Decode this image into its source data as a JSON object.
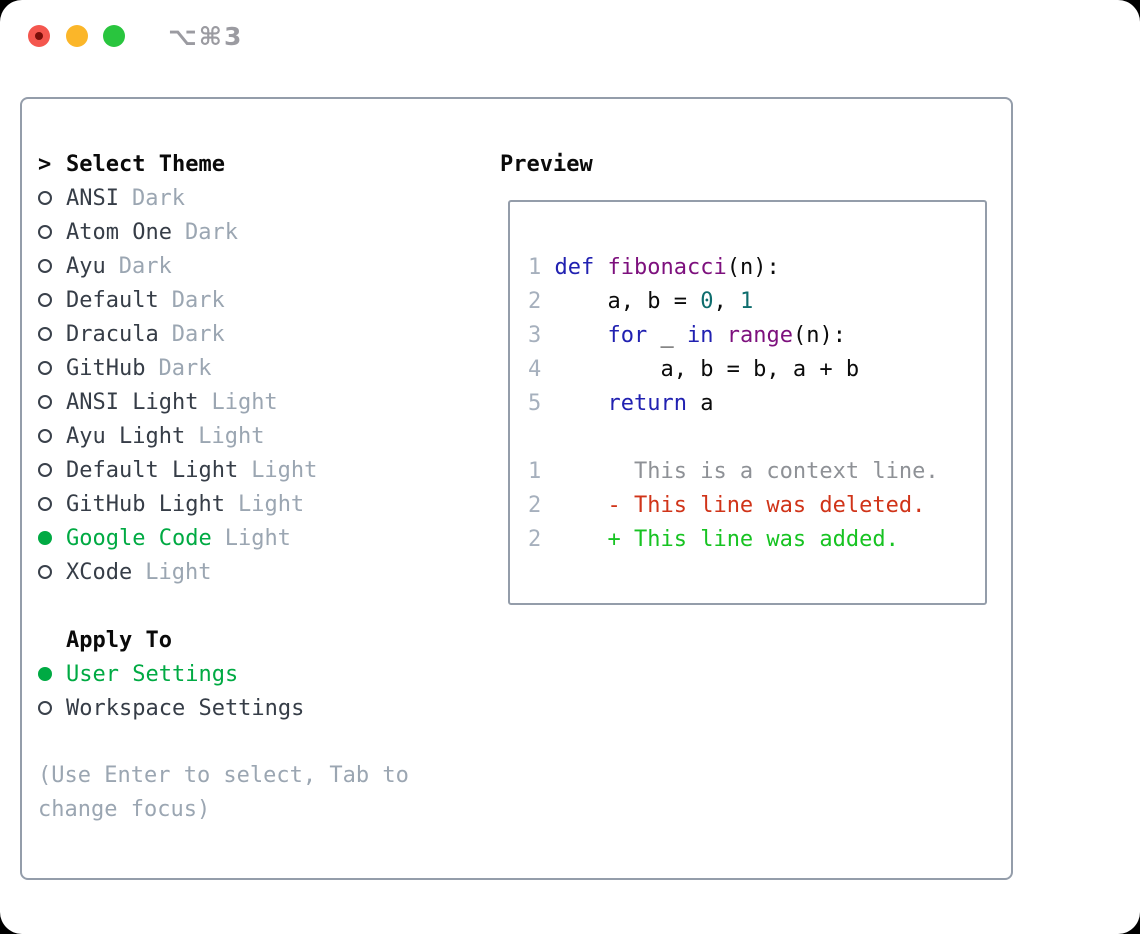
{
  "window": {
    "title": "⌥⌘3"
  },
  "theme_panel": {
    "prompt": ">",
    "title": "Select Theme",
    "items": [
      {
        "name": "ANSI",
        "variant": "Dark",
        "selected": false
      },
      {
        "name": "Atom One",
        "variant": "Dark",
        "selected": false
      },
      {
        "name": "Ayu",
        "variant": "Dark",
        "selected": false
      },
      {
        "name": "Default",
        "variant": "Dark",
        "selected": false
      },
      {
        "name": "Dracula",
        "variant": "Dark",
        "selected": false
      },
      {
        "name": "GitHub",
        "variant": "Dark",
        "selected": false
      },
      {
        "name": "ANSI Light",
        "variant": "Light",
        "selected": false
      },
      {
        "name": "Ayu Light",
        "variant": "Light",
        "selected": false
      },
      {
        "name": "Default Light",
        "variant": "Light",
        "selected": false
      },
      {
        "name": "GitHub Light",
        "variant": "Light",
        "selected": false
      },
      {
        "name": "Google Code",
        "variant": "Light",
        "selected": true
      },
      {
        "name": "XCode",
        "variant": "Light",
        "selected": false
      }
    ]
  },
  "apply_panel": {
    "title": "Apply To",
    "items": [
      {
        "name": "User Settings",
        "selected": true
      },
      {
        "name": "Workspace Settings",
        "selected": false
      }
    ]
  },
  "hint": "(Use Enter to select, Tab to change focus)",
  "preview": {
    "title": "Preview",
    "lines": [
      [
        [
          "num",
          "1 "
        ],
        [
          "kw",
          "def"
        ],
        [
          "plain",
          " "
        ],
        [
          "fn",
          "fibonacci"
        ],
        [
          "plain",
          "(n):"
        ]
      ],
      [
        [
          "num",
          "2 "
        ],
        [
          "plain",
          "    a, b = "
        ],
        [
          "lit",
          "0"
        ],
        [
          "plain",
          ", "
        ],
        [
          "lit",
          "1"
        ]
      ],
      [
        [
          "num",
          "3 "
        ],
        [
          "plain",
          "    "
        ],
        [
          "kw",
          "for"
        ],
        [
          "plain",
          " _ "
        ],
        [
          "kw",
          "in"
        ],
        [
          "plain",
          " "
        ],
        [
          "fn",
          "range"
        ],
        [
          "plain",
          "(n):"
        ]
      ],
      [
        [
          "num",
          "4 "
        ],
        [
          "plain",
          "        a, b = b, a + b"
        ]
      ],
      [
        [
          "num",
          "5 "
        ],
        [
          "plain",
          "    "
        ],
        [
          "kw",
          "return"
        ],
        [
          "plain",
          " a"
        ]
      ],
      [],
      [
        [
          "num",
          "1 "
        ],
        [
          "ctx",
          "      This is a context line."
        ]
      ],
      [
        [
          "num",
          "2 "
        ],
        [
          "plain",
          "    "
        ],
        [
          "del",
          "- This line was deleted."
        ]
      ],
      [
        [
          "num",
          "2 "
        ],
        [
          "plain",
          "    "
        ],
        [
          "add",
          "+ This line was added."
        ]
      ]
    ]
  },
  "colors": {
    "keyword": "#2121b1",
    "function": "#7d107d",
    "literal": "#0e6d6d",
    "plain": "#0b0b0b",
    "line_number": "#a6b0bd",
    "context": "#8e9196",
    "deleted": "#d03419",
    "added": "#17c322",
    "selection_green": "#00aa43",
    "item_text": "#363d47",
    "variant_text": "#9ba6b2",
    "hint_text": "#9ba6b2",
    "border": "#949daa"
  }
}
